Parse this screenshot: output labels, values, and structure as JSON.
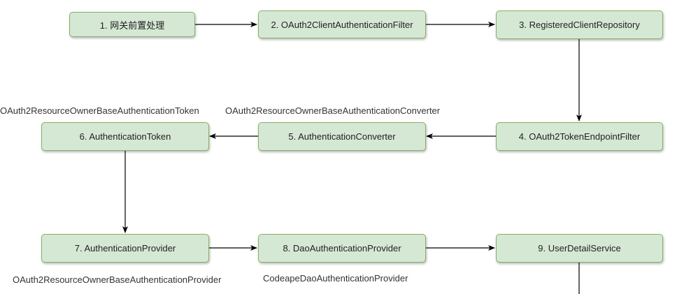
{
  "colors": {
    "node_fill": "#d5e8d4",
    "node_border": "#82b366",
    "edge": "#000000"
  },
  "nodes": [
    {
      "id": "n1",
      "label": "1. 网关前置处理"
    },
    {
      "id": "n2",
      "label": "2. OAuth2ClientAuthenticationFilter"
    },
    {
      "id": "n3",
      "label": "3. RegisteredClientRepository"
    },
    {
      "id": "n4",
      "label": "4. OAuth2TokenEndpointFilter"
    },
    {
      "id": "n5",
      "label": "5. AuthenticationConverter"
    },
    {
      "id": "n6",
      "label": "6. AuthenticationToken"
    },
    {
      "id": "n7",
      "label": "7. AuthenticationProvider"
    },
    {
      "id": "n8",
      "label": "8. DaoAuthenticationProvider"
    },
    {
      "id": "n9",
      "label": "9. UserDetailService"
    }
  ],
  "annotations": {
    "token": "OAuth2ResourceOwnerBaseAuthenticationToken",
    "converter": "OAuth2ResourceOwnerBaseAuthenticationConverter",
    "provider": "OAuth2ResourceOwnerBaseAuthenticationProvider",
    "dao_provider": "CodeapeDaoAuthenticationProvider"
  },
  "edges": [
    {
      "from": "n1",
      "to": "n2"
    },
    {
      "from": "n2",
      "to": "n3"
    },
    {
      "from": "n3",
      "to": "n4"
    },
    {
      "from": "n4",
      "to": "n5"
    },
    {
      "from": "n5",
      "to": "n6"
    },
    {
      "from": "n6",
      "to": "n7"
    },
    {
      "from": "n7",
      "to": "n8"
    },
    {
      "from": "n8",
      "to": "n9"
    }
  ]
}
